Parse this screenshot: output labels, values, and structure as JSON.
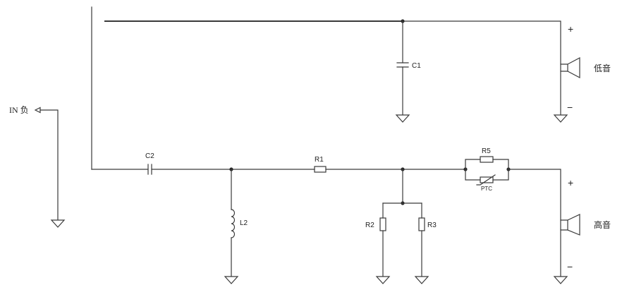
{
  "input": {
    "label": "IN 负"
  },
  "components": {
    "c1": "C1",
    "c2": "C2",
    "l2": "L2",
    "r1": "R1",
    "r2": "R2",
    "r3": "R3",
    "r5": "R5",
    "ptc": "PTC"
  },
  "outputs": {
    "woofer": {
      "label": "低音",
      "plus": "+",
      "minus": "−"
    },
    "tweeter": {
      "label": "高音",
      "plus": "+",
      "minus": "−"
    }
  }
}
